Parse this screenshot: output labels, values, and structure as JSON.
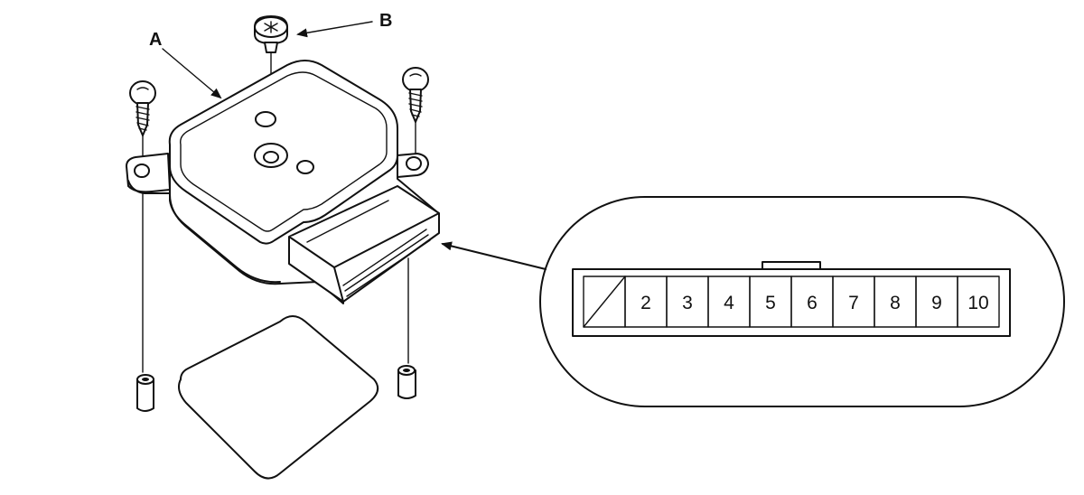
{
  "callouts": {
    "part_a": "A",
    "part_b": "B"
  },
  "connector": {
    "pins": [
      "2",
      "3",
      "4",
      "5",
      "6",
      "7",
      "8",
      "9",
      "10"
    ]
  }
}
